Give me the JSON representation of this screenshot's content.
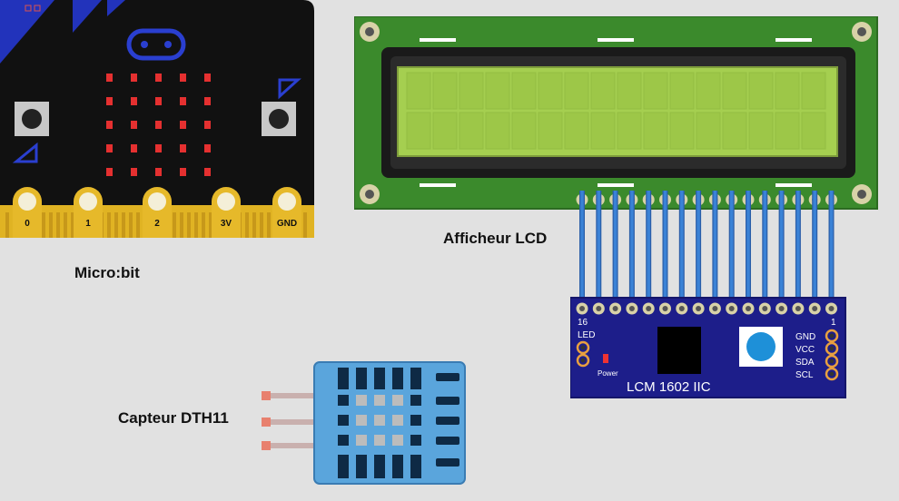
{
  "labels": {
    "microbit": "Micro:bit",
    "lcd": "Afficheur LCD",
    "dht": "Capteur DTH11"
  },
  "microbit": {
    "pins": [
      "0",
      "1",
      "2",
      "3V",
      "GND"
    ]
  },
  "i2c_module": {
    "title": "LCM 1602 IIC",
    "pin16": "16",
    "pin1": "1",
    "led": "LED",
    "power": "Power",
    "pins": [
      "GND",
      "VCC",
      "SDA",
      "SCL"
    ]
  },
  "colors": {
    "background": "#e1e1e1",
    "microbit_board": "#111111",
    "microbit_logo": "#2233bb",
    "gold": "#e0b323",
    "led_red": "#e53030",
    "pcb_green": "#3b8a2c",
    "lcd_screen": "#a5cf50",
    "i2c_board": "#1d1e8a",
    "wire_blue": "#3a82d6",
    "dht_body": "#5aa5dc"
  }
}
